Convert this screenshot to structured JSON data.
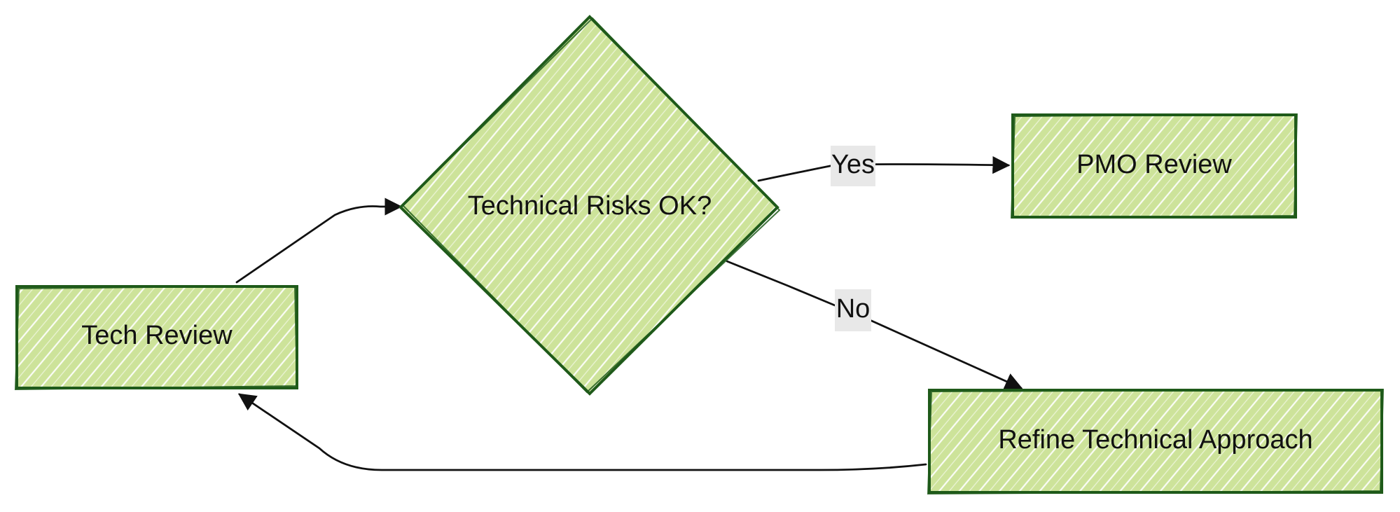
{
  "colors": {
    "node_fill": "#cde39a",
    "node_stroke": "#1f5a1a",
    "hatch": "#ffffff",
    "edge": "#111111",
    "edge_label_bg": "#e8e8e8"
  },
  "nodes": {
    "tech_review": {
      "label": "Tech Review"
    },
    "decision": {
      "label": "Technical Risks OK?"
    },
    "pmo_review": {
      "label": "PMO Review"
    },
    "refine": {
      "label": "Refine Technical Approach"
    }
  },
  "edges": {
    "yes": {
      "label": "Yes"
    },
    "no": {
      "label": "No"
    }
  }
}
